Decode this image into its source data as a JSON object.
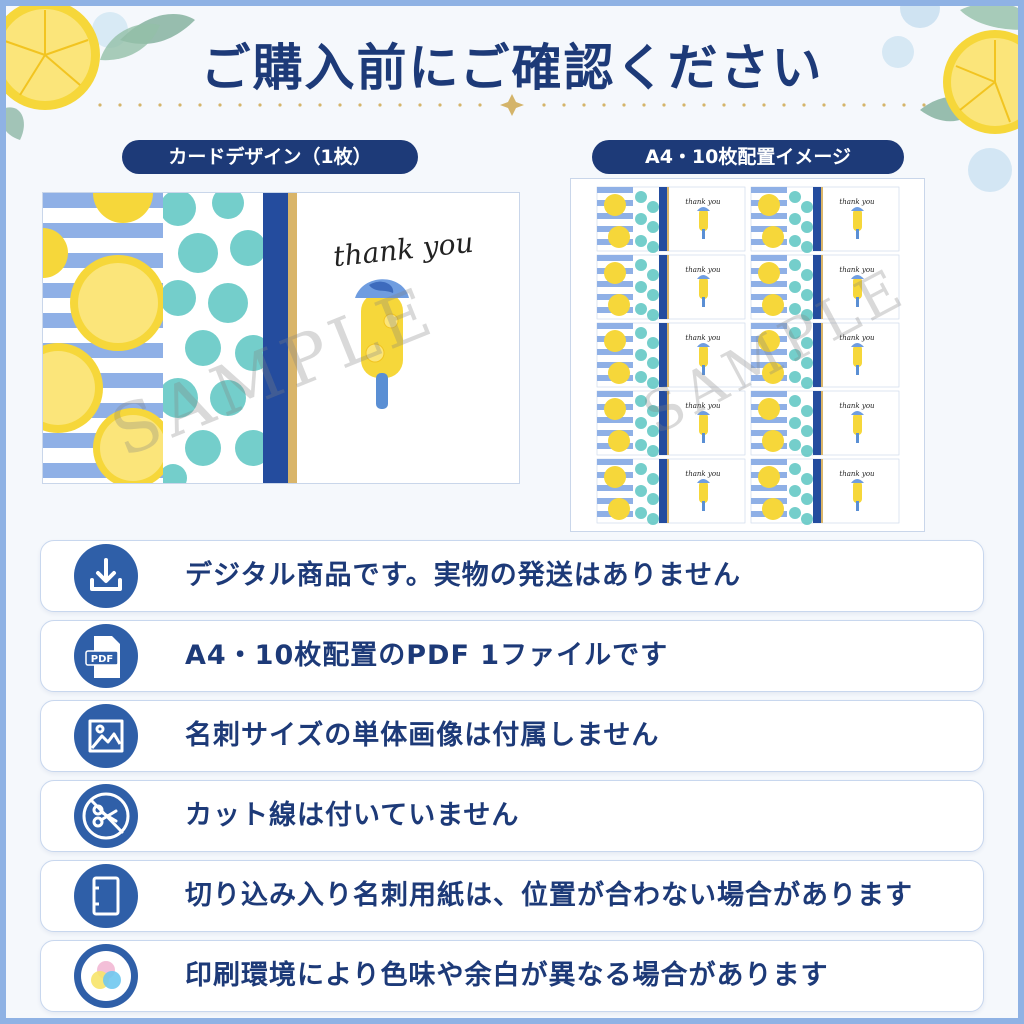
{
  "header": {
    "title": "ご購入前にご確認ください"
  },
  "sections": {
    "card_label": "カードデザイン（1枚）",
    "a4_label": "A4・10枚配置イメージ"
  },
  "card": {
    "script_text": "thank you",
    "watermark": "SAMPLE"
  },
  "sheet": {
    "watermark": "SAMPLE",
    "mini_script": "thank you"
  },
  "notices": [
    {
      "icon": "download-icon",
      "text": "デジタル商品です。実物の発送はありません"
    },
    {
      "icon": "pdf-file-icon",
      "text": "A4・10枚配置のPDF 1ファイルです"
    },
    {
      "icon": "image-icon",
      "text": "名刺サイズの単体画像は付属しません"
    },
    {
      "icon": "no-scissors-icon",
      "text": "カット線は付いていません"
    },
    {
      "icon": "business-card-paper-icon",
      "text": "切り込み入り名刺用紙は、位置が合わない場合があります"
    },
    {
      "icon": "color-circles-icon",
      "text": "印刷環境により色味や余白が異なる場合があります"
    }
  ],
  "colors": {
    "navy": "#1d3a78",
    "accent_blue": "#2f5fa8",
    "lemon": "#f6d73a",
    "mint": "#5cc6c2",
    "frame": "#8fb2e4"
  }
}
